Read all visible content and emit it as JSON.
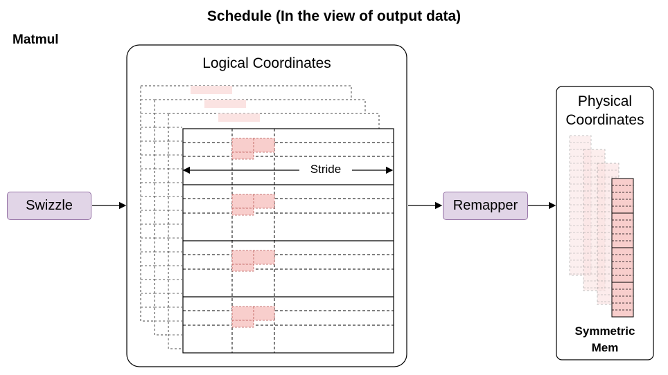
{
  "title": "Schedule (In the view of output data)",
  "section_label": "Matmul",
  "swizzle": {
    "label": "Swizzle"
  },
  "logical": {
    "title": "Logical Coordinates",
    "stride_label": "Stride"
  },
  "remapper": {
    "label": "Remapper"
  },
  "physical": {
    "title_line1": "Physical",
    "title_line2": "Coordinates",
    "memory_line1": "Symmetric",
    "memory_line2": "Mem"
  },
  "colors": {
    "node_fill": "#e1d5e7",
    "node_stroke": "#9673a6",
    "highlight_fill": "#f8cecc",
    "highlight_stroke": "#b85450",
    "faded_fill": "#fbe3e2"
  }
}
